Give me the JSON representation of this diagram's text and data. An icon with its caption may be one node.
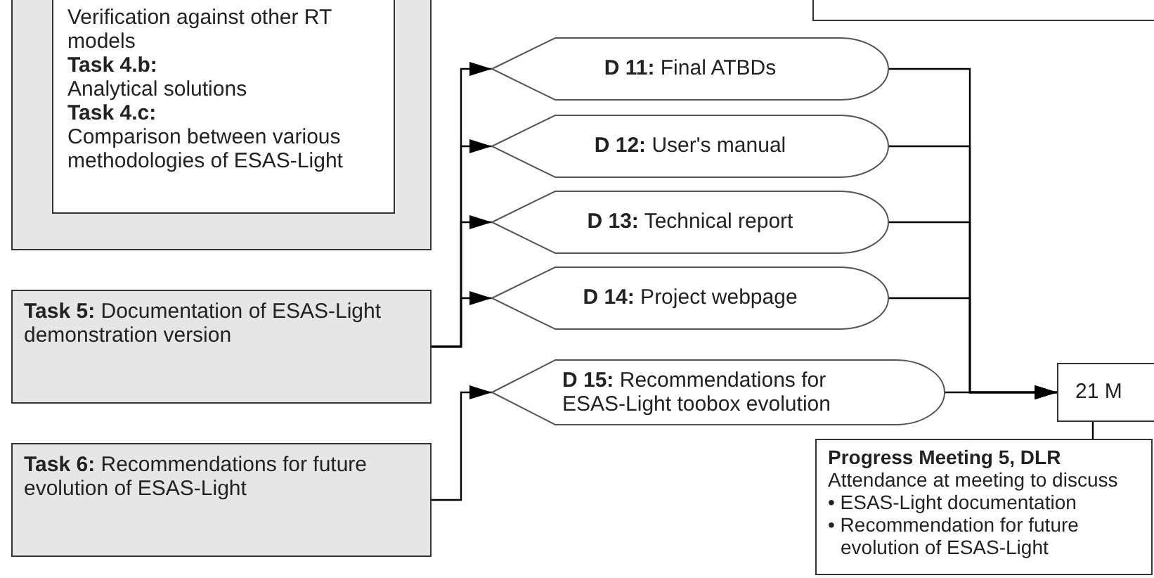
{
  "diagram": {
    "nodes": [
      {
        "text": [],
        "shape": "box"
      },
      {
        "text": [
          "Verification against other RT models",
          "Task 4.b:",
          "Analytical solutions",
          "Task 4.c:",
          "Comparison between various methodologies of ESAS-Light"
        ],
        "in": 0
      },
      {
        "text": [],
        "shape": "box"
      },
      {
        "text": [
          "**Task 5:** Documentation of ESAS-Light demonstration version"
        ]
      },
      {
        "text": [
          "**Task 6:** Recommendations for future evolution of ESAS-Light"
        ]
      },
      {
        "text": [
          "**D 11:** Final ATBDs"
        ]
      },
      {
        "text": [
          "**D 12:** User's manual"
        ]
      },
      {
        "text": [
          "**D 13:** Technical report"
        ]
      },
      {
        "text": [
          "**D 14:** Project webpage"
        ]
      },
      {
        "text": [
          "**D 15:** Recommendations for ESAS-Light toobox evolution"
        ]
      },
      {
        "text": [
          "21 M"
        ]
      },
      {
        "text": [
          "Progress Meeting 5, DLR",
          "Attendance at meeting to discuss",
          "• ESAS-Light documentation",
          "• Recommendation for future evolution of ESAS-Light"
        ]
      }
    ],
    "edges": [
      {
        "from": 3,
        "to": 5,
        "arrow": "to"
      },
      {
        "from": 3,
        "to": 6,
        "arrow": "to"
      },
      {
        "from": 3,
        "to": 7,
        "arrow": "to"
      },
      {
        "from": 3,
        "to": 8,
        "arrow": "to"
      },
      {
        "from": 4,
        "to": 9,
        "arrow": "to"
      },
      {
        "from": 5,
        "to": 10,
        "arrow": "to"
      },
      {
        "from": 6,
        "to": 10,
        "arrow": "to"
      },
      {
        "from": 7,
        "to": 10,
        "arrow": "to"
      },
      {
        "from": 8,
        "to": 10,
        "arrow": "to"
      },
      {
        "from": 9,
        "to": 10,
        "arrow": "to"
      },
      {
        "from": 10,
        "to": 11,
        "arrow": "none"
      }
    ]
  }
}
